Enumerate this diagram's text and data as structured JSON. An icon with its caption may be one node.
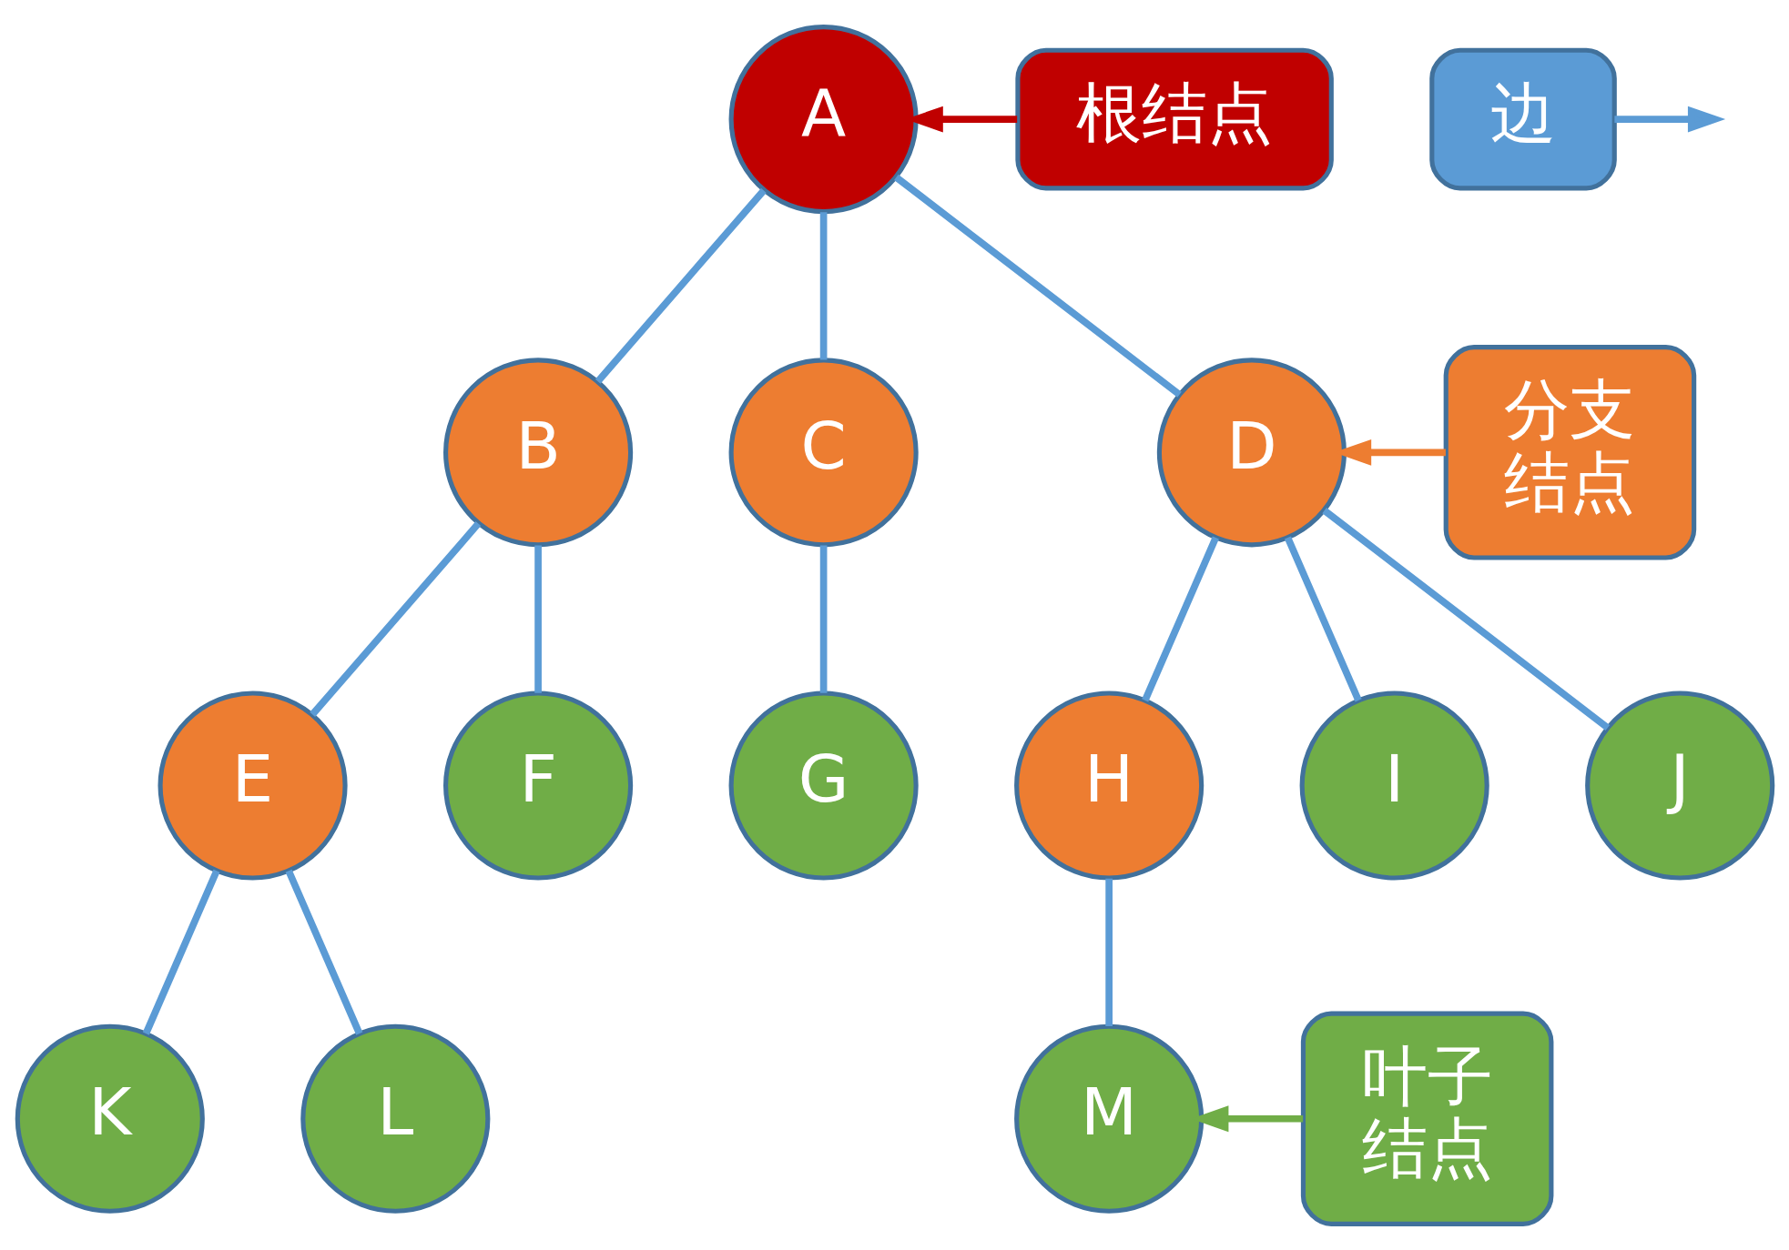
{
  "diagram": {
    "nodes": [
      {
        "text": [
          "A"
        ]
      },
      {
        "text": [
          "B"
        ]
      },
      {
        "text": [
          "C"
        ]
      },
      {
        "text": [
          "D"
        ]
      },
      {
        "text": [
          "E"
        ]
      },
      {
        "text": [
          "F"
        ]
      },
      {
        "text": [
          "G"
        ]
      },
      {
        "text": [
          "H"
        ]
      },
      {
        "text": [
          "I"
        ]
      },
      {
        "text": [
          "J"
        ]
      },
      {
        "text": [
          "K"
        ]
      },
      {
        "text": [
          "L"
        ]
      },
      {
        "text": [
          "M"
        ]
      },
      {
        "text": [
          "根结点"
        ]
      },
      {
        "text": [
          "边"
        ]
      },
      {
        "text": [
          "分支结点"
        ]
      },
      {
        "text": [
          "叶子结点"
        ]
      }
    ],
    "edges": [
      {
        "from": 0,
        "to": 1,
        "arrow": "none"
      },
      {
        "from": 0,
        "to": 2,
        "arrow": "none"
      },
      {
        "from": 0,
        "to": 3,
        "arrow": "none"
      },
      {
        "from": 1,
        "to": 4,
        "arrow": "none"
      },
      {
        "from": 1,
        "to": 5,
        "arrow": "none"
      },
      {
        "from": 2,
        "to": 6,
        "arrow": "none"
      },
      {
        "from": 3,
        "to": 7,
        "arrow": "none"
      },
      {
        "from": 3,
        "to": 8,
        "arrow": "none"
      },
      {
        "from": 3,
        "to": 9,
        "arrow": "none"
      },
      {
        "from": 4,
        "to": 10,
        "arrow": "none"
      },
      {
        "from": 4,
        "to": 11,
        "arrow": "none"
      },
      {
        "from": 7,
        "to": 12,
        "arrow": "none"
      },
      {
        "from": 13,
        "to": 0,
        "arrow": "to",
        "color": "#c00000"
      },
      {
        "from": 14,
        "to": null,
        "arrow": "to",
        "color": "#5b9bd5"
      },
      {
        "from": 15,
        "to": 3,
        "arrow": "to",
        "color": "#ed7d31"
      },
      {
        "from": 16,
        "to": 12,
        "arrow": "to",
        "color": "#70ad47"
      }
    ]
  }
}
